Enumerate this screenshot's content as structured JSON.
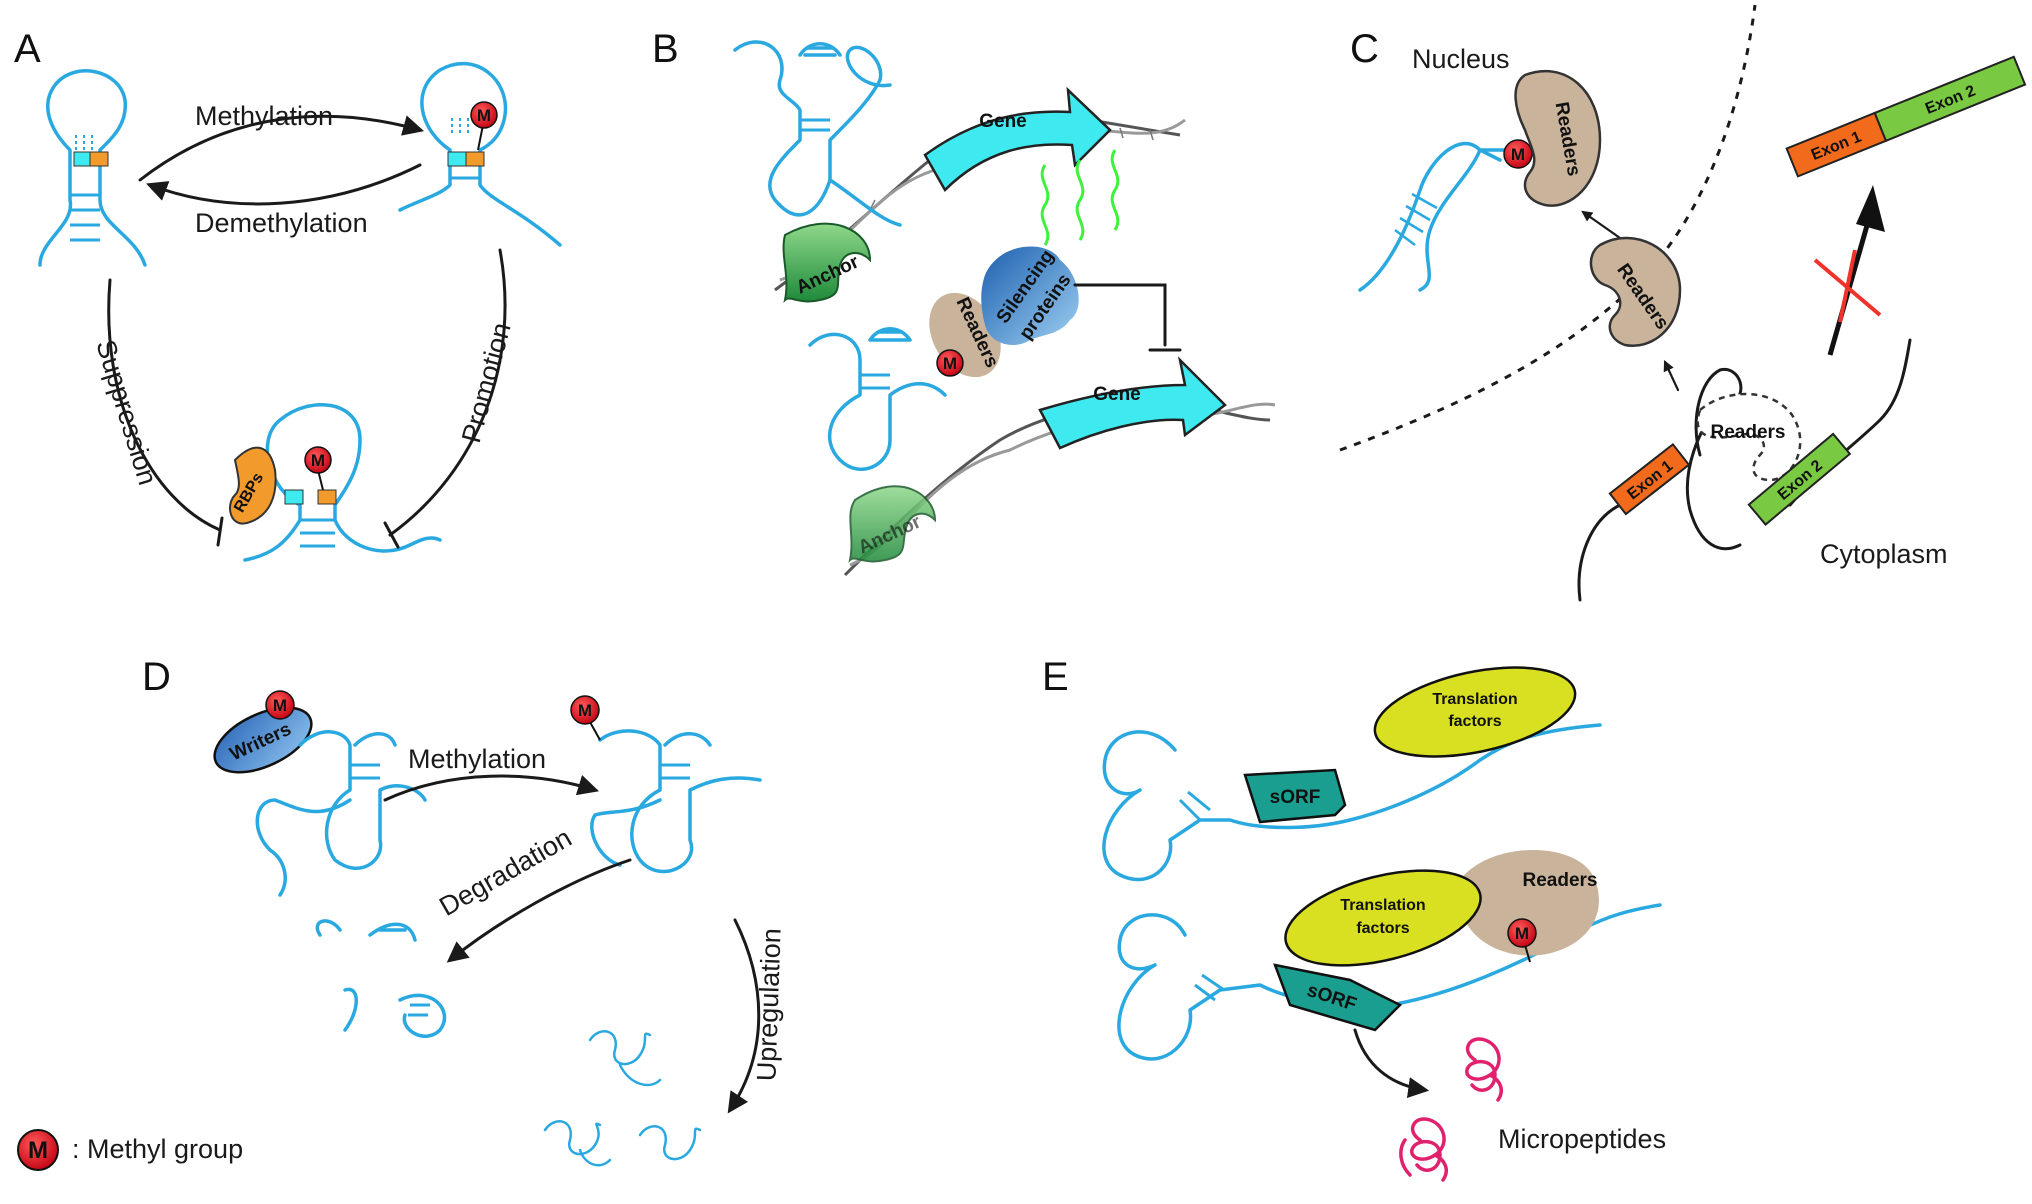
{
  "panels": {
    "a": "A",
    "b": "B",
    "c": "C",
    "d": "D",
    "e": "E"
  },
  "panel_a": {
    "methylation": "Methylation",
    "demethylation": "Demethylation",
    "suppression": "Suppression",
    "promotion": "Promotion",
    "rbps": "RBPs"
  },
  "panel_b": {
    "gene_top": "Gene",
    "gene_bottom": "Gene",
    "anchor_top": "Anchor",
    "anchor_bottom": "Anchor",
    "readers": "Readers",
    "silencing_line1": "Silencing",
    "silencing_line2": "proteins"
  },
  "panel_c": {
    "nucleus": "Nucleus",
    "cytoplasm": "Cytoplasm",
    "readers_top": "Readers",
    "readers_middle": "Readers",
    "readers_dashed": "Readers",
    "exon1_top": "Exon 1",
    "exon2_top": "Exon 2",
    "exon1_bottom": "Exon 1",
    "exon2_bottom": "Exon 2"
  },
  "panel_d": {
    "writers": "Writers",
    "methylation": "Methylation",
    "degradation": "Degradation",
    "upregulation": "Upregulation"
  },
  "panel_e": {
    "tf_top_line1": "Translation",
    "tf_top_line2": "factors",
    "tf_bottom_line1": "Translation",
    "tf_bottom_line2": "factors",
    "readers": "Readers",
    "sorf_top": "sORF",
    "sorf_bottom": "sORF",
    "micropeptides": "Micropeptides"
  },
  "legend": {
    "symbol": "M",
    "label": ": Methyl group"
  },
  "m_symbol": "M",
  "colors": {
    "rna": "#2aa8e0",
    "methyl": "#e3131b",
    "reader": "#c9b39a",
    "gene": "#3fe9f0",
    "anchor": "#3aa94b",
    "rbp": "#f39a2d",
    "exon1": "#f26a1b",
    "exon2": "#7ac943",
    "translation_factor": "#d8e021",
    "sorf": "#1a9e8f",
    "micropeptide": "#e0226e",
    "writer": "#2f78c4",
    "transcript": "#3cf23c"
  }
}
